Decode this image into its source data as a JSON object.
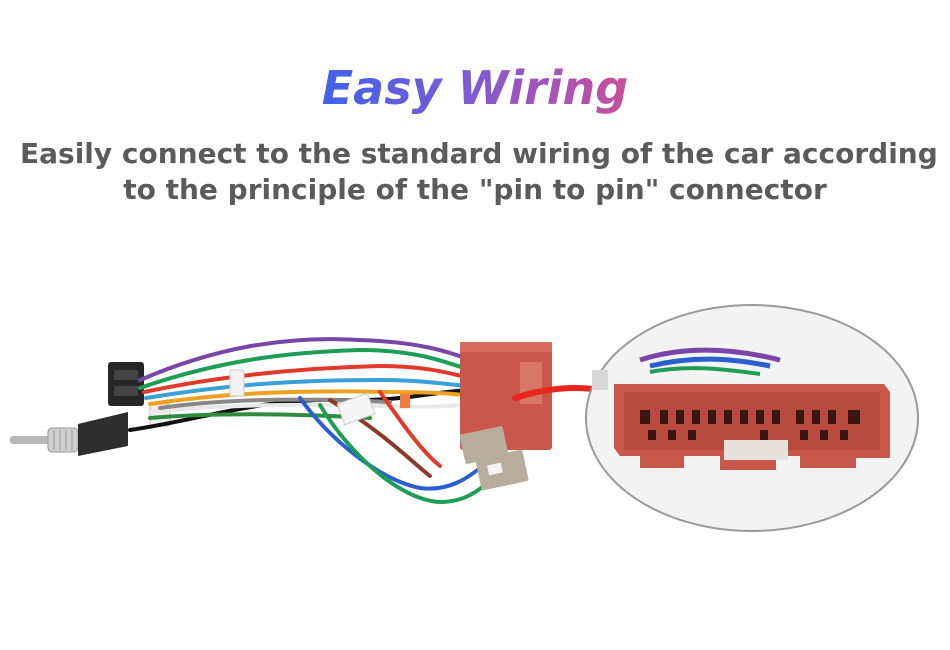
{
  "header": {
    "title": "Easy Wiring",
    "subtitle_line1": "Easily connect to the standard wiring of the car according",
    "subtitle_line2": "to the principle of the \"pin to pin\" connector"
  },
  "photo": {
    "left_image": "wiring-harness",
    "right_image": "connector-closeup",
    "arrow": "red-arrow-icon",
    "colors": {
      "connector_red": "#c9574a",
      "title_blue": "#3f63e8",
      "title_pink": "#c94f9a",
      "subtitle_gray": "#5b5b5b"
    }
  }
}
